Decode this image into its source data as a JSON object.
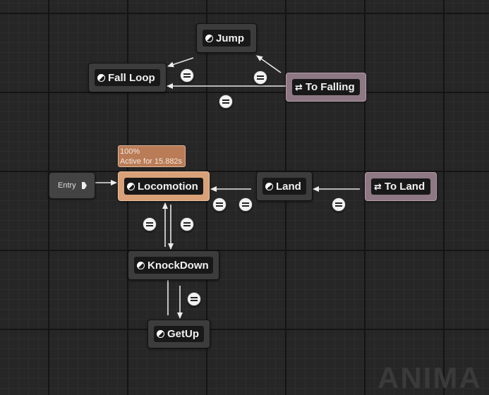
{
  "entry": {
    "label": "Entry"
  },
  "states": {
    "jump": "Jump",
    "fall_loop": "Fall Loop",
    "locomotion": "Locomotion",
    "land": "Land",
    "knockdown": "KnockDown",
    "getup": "GetUp"
  },
  "conduits": {
    "to_falling": "To Falling",
    "to_land": "To Land"
  },
  "debug_tooltip": {
    "percent": "100%",
    "active_text": "Active for 15.882s"
  },
  "watermark": "ANIMA",
  "colors": {
    "active_state": "#d9a177",
    "conduit": "#8d7883",
    "state_node": "#3c3c3c",
    "graph_background": "#262626"
  }
}
